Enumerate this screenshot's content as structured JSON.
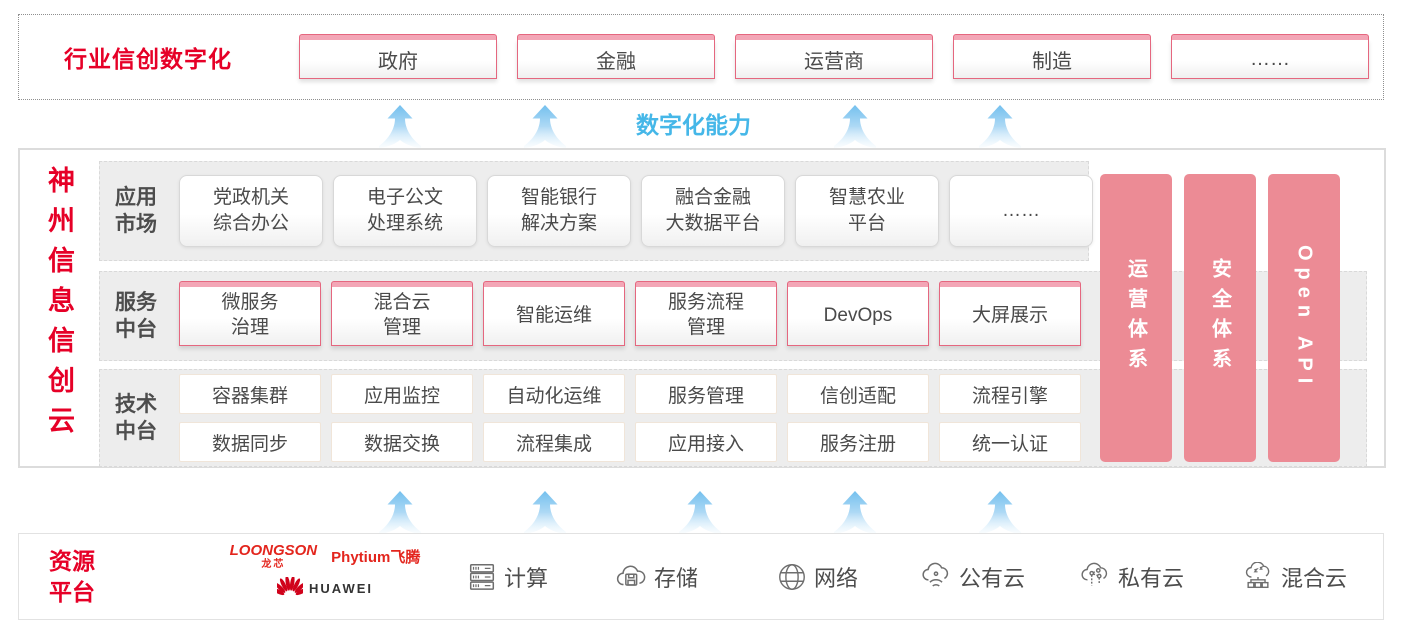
{
  "industry": {
    "title": "行业信创数字化",
    "sectors": [
      "政府",
      "金融",
      "运营商",
      "制造",
      "……"
    ]
  },
  "capability_label": "数字化能力",
  "cloud": {
    "title": "神州信息信创云",
    "app_row": {
      "label": "应用\n市场",
      "items": [
        "党政机关\n综合办公",
        "电子公文\n处理系统",
        "智能银行\n解决方案",
        "融合金融\n大数据平台",
        "智慧农业\n平台",
        "……"
      ]
    },
    "service_row": {
      "label": "服务\n中台",
      "items": [
        "微服务\n治理",
        "混合云\n管理",
        "智能运维",
        "服务流程\n管理",
        "DevOps",
        "大屏展示"
      ]
    },
    "tech_row": {
      "label": "技术\n中台",
      "items_top": [
        "容器集群",
        "应用监控",
        "自动化运维",
        "服务管理",
        "信创适配",
        "流程引擎"
      ],
      "items_bottom": [
        "数据同步",
        "数据交换",
        "流程集成",
        "应用接入",
        "服务注册",
        "统一认证"
      ]
    },
    "pillars": [
      "运营体系",
      "安全体系",
      "Open API"
    ]
  },
  "resources": {
    "title": "资源\n平台",
    "vendors": {
      "loongson": "LOONGSON",
      "loongson_cn": "龙芯",
      "phytium": "Phytium飞腾",
      "huawei": "HUAWEI"
    },
    "items": [
      {
        "icon": "compute-icon",
        "label": "计算"
      },
      {
        "icon": "storage-icon",
        "label": "存储"
      },
      {
        "icon": "network-icon",
        "label": "网络"
      },
      {
        "icon": "public-cloud-icon",
        "label": "公有云"
      },
      {
        "icon": "private-cloud-icon",
        "label": "私有云"
      },
      {
        "icon": "hybrid-cloud-icon",
        "label": "混合云"
      }
    ]
  },
  "colors": {
    "brand_red": "#e60027",
    "pillar_pink": "#ec8b95",
    "card_border_pink": "#e5677f",
    "capability_blue": "#45b7e8",
    "row_gray": "#ededed"
  }
}
